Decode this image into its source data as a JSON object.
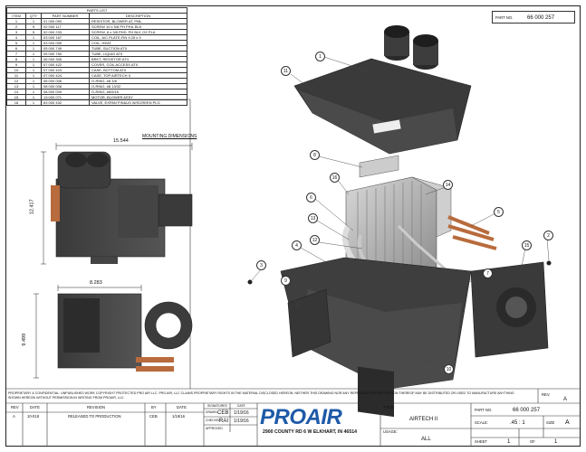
{
  "parts_list": {
    "caption": "PARTS LIST",
    "headers": [
      "ITEM",
      "QTY",
      "PART NUMBER",
      "DESCRIPTION"
    ],
    "rows": [
      [
        "1",
        "1",
        "01 000 090",
        "RESISTOR, BLOWER AT, PML"
      ],
      [
        "2",
        "9",
        "02 000 117",
        "SCREW 10 x 5/8 PH PHIL BLK"
      ],
      [
        "3",
        "5",
        "02 000 233",
        "SCREW, 8 x 3/8 PHD. PH BLK OX PLA"
      ],
      [
        "4",
        "1",
        "03 000 167",
        "COIL, A/C PLATE-FIN 9.25 x 9"
      ],
      [
        "5",
        "1",
        "03 000 055",
        "COIL, HEAT"
      ],
      [
        "6",
        "1",
        "05 000 749",
        "TUBE, SUCTION ATII"
      ],
      [
        "7",
        "1",
        "05 000 750",
        "TUBE, LIQUID ATII"
      ],
      [
        "8",
        "1",
        "06 000 305",
        "BRKT, RESISTOR ATII"
      ],
      [
        "9",
        "1",
        "07 000 422",
        "COVER, COIL ACCESS ATII"
      ],
      [
        "10",
        "1",
        "07 000 423",
        "CASE, BOTTOM ATII"
      ],
      [
        "11",
        "1",
        "07 000 424",
        "CASE, TOP AIRTECH II"
      ],
      [
        "12",
        "1",
        "08 000 006",
        "O-RING, #8 3/8"
      ],
      [
        "13",
        "1",
        "08 000 008",
        "O-RING, #8 13/32"
      ],
      [
        "14",
        "1",
        "08 000 009",
        "O-RING, #6/5/16"
      ],
      [
        "15",
        "1",
        "13 000 071",
        "MOTOR, BLOWER ASSY"
      ],
      [
        "16",
        "1",
        "63 000 432",
        "VALVE, EXPAN P/N&US W/SCREEN PLG"
      ]
    ]
  },
  "part_no_label": "PART NO.",
  "part_no": "66 000 257",
  "mounting": {
    "title": "MOUNTING DIMENSIONS",
    "width": "15.544",
    "height": "12.417",
    "depth": "8.283",
    "height2": "9.499"
  },
  "balloons": [
    "1",
    "2",
    "3",
    "4",
    "5",
    "6",
    "7",
    "8",
    "9",
    "10",
    "11",
    "12",
    "13",
    "14",
    "15",
    "16",
    "2",
    "3"
  ],
  "notice": "PROPRIETARY & CONFIDENTIAL. UNPUBLISHED WORK COPYRIGHT PROTECTED PRO AIR LLC. PRO AIR, LLC CLAIMS PROPRIETARY RIGHTS IN THE MATERIAL DISCLOSED HEREON. NEITHER THIS DRAWING NOR ANY REPRODUCTION OR PORTION THEREOF MAY BE DISTRIBUTED OR USED TO MANUFACTURE ANYTHING SHOWN HEREON WITHOUT PERMISSION IN WRITING FROM PROAIR, LLC.",
  "revision": {
    "rev": "A",
    "date": "10-018",
    "desc": "RELEASED TO PRODUCTION",
    "by": "CEB",
    "rdate": "1/19/16",
    "col_rev": "REV",
    "col_date": "DATE",
    "col_desc": "REVISION",
    "col_by": "BY",
    "col_rdate": "DATE"
  },
  "signatures": {
    "header_sig": "SIGNATURES",
    "header_date": "DATE",
    "drawn_label": "DRAWN",
    "drawn": "CEB",
    "drawn_date": "1/19/16",
    "checked_label": "CHECKED",
    "checked": "RAI",
    "checked_date": "1/19/16",
    "approved_label": "APPROVED"
  },
  "company": {
    "logo_pro": "PRO",
    "logo_air": "AIR",
    "address": "2900 COUNTY RD 6 W   ELKHART, IN 46514"
  },
  "title_block": {
    "title_label": "TITLE:",
    "title": "AIRTECH II",
    "usage_label": "USAGE:",
    "usage": "ALL",
    "part_no_label": "PART NO.",
    "part_no": "66 000 257",
    "rev_label": "REV.",
    "rev": "A",
    "scale_label": "SCALE:",
    "scale": ".45 : 1",
    "size_label": "SIZE",
    "size": "A",
    "sheet_label": "SHEET",
    "sheet": "1",
    "of_label": "OF",
    "of": "1"
  }
}
